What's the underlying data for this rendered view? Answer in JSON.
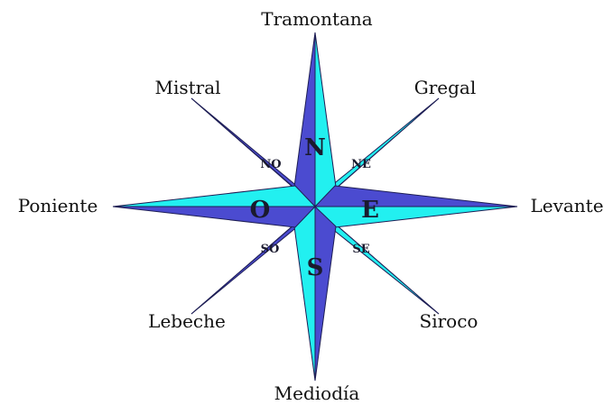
{
  "colors": {
    "dark": "#4b4bd0",
    "light": "#22f0f0",
    "outline": "#1e1e55",
    "text": "#111111"
  },
  "winds": {
    "north": "Tramontana",
    "northeast": "Gregal",
    "east": "Levante",
    "southeast": "Siroco",
    "south": "Mediodía",
    "southwest": "Lebeche",
    "west": "Poniente",
    "northwest": "Mistral"
  },
  "directions": {
    "n": "N",
    "ne": "NE",
    "e": "E",
    "se": "SE",
    "s": "S",
    "so": "SO",
    "o": "O",
    "no": "NO"
  }
}
